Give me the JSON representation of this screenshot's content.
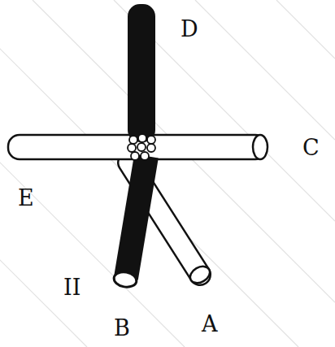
{
  "diagram": {
    "labels": [
      "D",
      "C",
      "E",
      "II",
      "B",
      "A"
    ]
  }
}
